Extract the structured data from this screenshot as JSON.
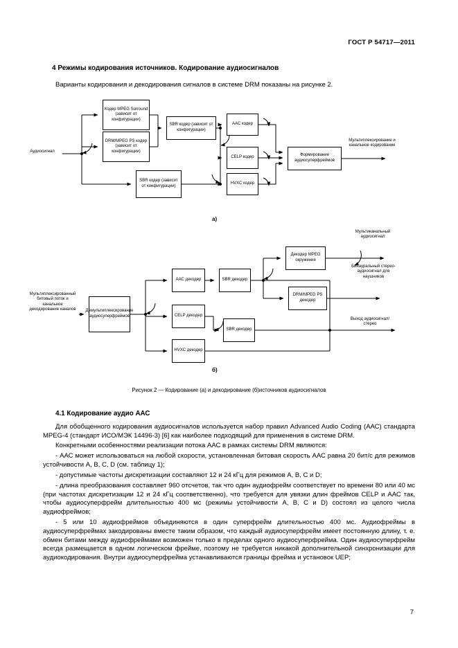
{
  "header": {
    "doc_number": "ГОСТ Р 54717—2011"
  },
  "section4": {
    "heading": "4  Режимы кодирования источников. Кодирование аудиосигналов",
    "intro": "Варианты кодирования и декодирования сигналов в системе DRM показаны на рисунке 2."
  },
  "figure": {
    "caption": "Рисунок 2 — Кодирование (а) и декодирование (б)источников аудиосигналов",
    "label_a": "а)",
    "label_b": "б)",
    "encoder": {
      "input_label": "Аудиосигнал",
      "mpeg_surround": "Кодер MPEG Surround (зависит от конфигурации)",
      "drm_ps": "DRM/MPEG PS кодер (зависит от конфигурации)",
      "sbr_top": "SBR кодер (зависит от конфигурации)",
      "aac": "ААС кодер",
      "celp": "CELP кодер",
      "hvxc": "HVXC кодер",
      "sbr_bottom": "SBR кодер (зависит от конфигурации)",
      "superframe": "Формирование аудиосуперфреймов",
      "output_label": "Мультиплексирование и канальное кодирование"
    },
    "decoder": {
      "input_label": "Мультиплексированный битовый поток и канальное декодирование каналов",
      "demux": "Демультиплексирование аудиосуперфреймов",
      "aac": "ААС декодер",
      "sbr_top": "SBR декодер",
      "mpeg_surround": "Декодер MPEG окружения",
      "drm_ps": "DRM/MPEG PS декодер",
      "celp": "CELP декодер",
      "sbr_bottom": "SBR декодер",
      "hvxc": "HVXC декодер",
      "out_multichannel": "Мультиканальный аудиосигнал",
      "out_binaural": "Бинауральный стерео-аудиосигнал для наушников",
      "out_stereo": "Выход аудиосигнал/ стерео"
    }
  },
  "section41": {
    "heading": "4.1  Кодирование аудио ААС",
    "paragraphs": [
      "Для обобщенного кодирования аудиосигналов используется набор правил Advanced Audio Coding (ААС) стандарта MPEG-4 (стандарт ИСО/МЭК 14496-3) [6] как наиболее подходящий для применения в системе DRM.",
      "Конкретными особенностями реализации потока ААС в рамках системы DRM являются:",
      "- ААС может использоваться на любой скорости, установленная битовая скорость ААС равна 20 бит/с для режимов устойчивости А, В, С, D (см. таблицу 1);",
      "- допустимые частоты дискретизации составляют 12 и 24 кГц для режимов А, В, С и D;",
      "- длина преобразования составляет 960 отсчетов, так что один аудиофрейм соответствует по времени 80 или 40 мс (при частотах дискретизации 12 и 24 кГц соответственно), что требуется для увязки длин фреймов CELP и ААС так, чтобы аудиосуперфрейм длительностью 400 мс (режимы устойчивости А, В, С и D) состоял из целого числа аудиофреймов;",
      "- 5 или 10 аудиофреймов объединяются в один суперфрейм длительностью 400 мс. Аудиофреймы в аудиосуперфреймах закодированы вместе таким образом, что каждый аудиосуперфрейм имеет постоянную длину, т. е. обмен битами между аудиофреймами возможен только в пределах одного аудиосуперфрейма. Один аудиосуперфрейм всегда размещается в одном логическом фрейме, поэтому не требуется никакой дополнительной синхронизации для аудиокодирования. Внутри аудиосуперфрейма устанавливаются границы фрейма и установок UEP;"
    ]
  },
  "footer": {
    "page_number": "7"
  }
}
